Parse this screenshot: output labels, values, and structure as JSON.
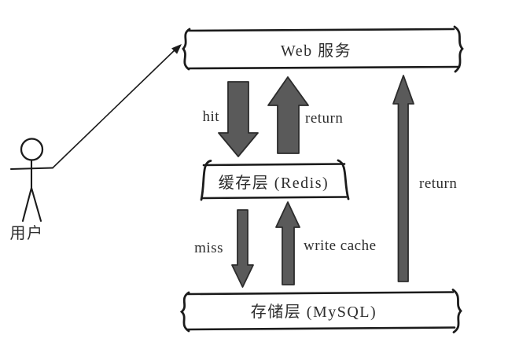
{
  "palette": {
    "background": "#ffffff",
    "line_color": "#1b1b1b",
    "arrow_fill": "#5a5a5a",
    "arrow_stroke": "#2c2c2c",
    "text_color": "#2d2d2d"
  },
  "diagram": {
    "type": "flow-diagram",
    "description": "cache-architecture-flow",
    "actor": {
      "id": "user",
      "label": "用户"
    },
    "nodes": [
      {
        "id": "web-service",
        "label": "Web 服务"
      },
      {
        "id": "cache-layer",
        "label": "缓存层 (Redis)"
      },
      {
        "id": "storage-layer",
        "label": "存储层 (MySQL)"
      }
    ],
    "edges": [
      {
        "from": "user",
        "to": "web-service",
        "label": "",
        "style": "thin-line-arrow"
      },
      {
        "from": "web-service",
        "to": "cache-layer",
        "label": "hit",
        "style": "block-arrow-down"
      },
      {
        "from": "cache-layer",
        "to": "web-service",
        "label": "return",
        "style": "block-arrow-up"
      },
      {
        "from": "cache-layer",
        "to": "storage-layer",
        "label": "miss",
        "style": "block-arrow-down"
      },
      {
        "from": "storage-layer",
        "to": "cache-layer",
        "label": "write cache",
        "style": "block-arrow-up"
      },
      {
        "from": "storage-layer",
        "to": "web-service",
        "label": "return",
        "style": "block-arrow-up-long"
      }
    ]
  }
}
